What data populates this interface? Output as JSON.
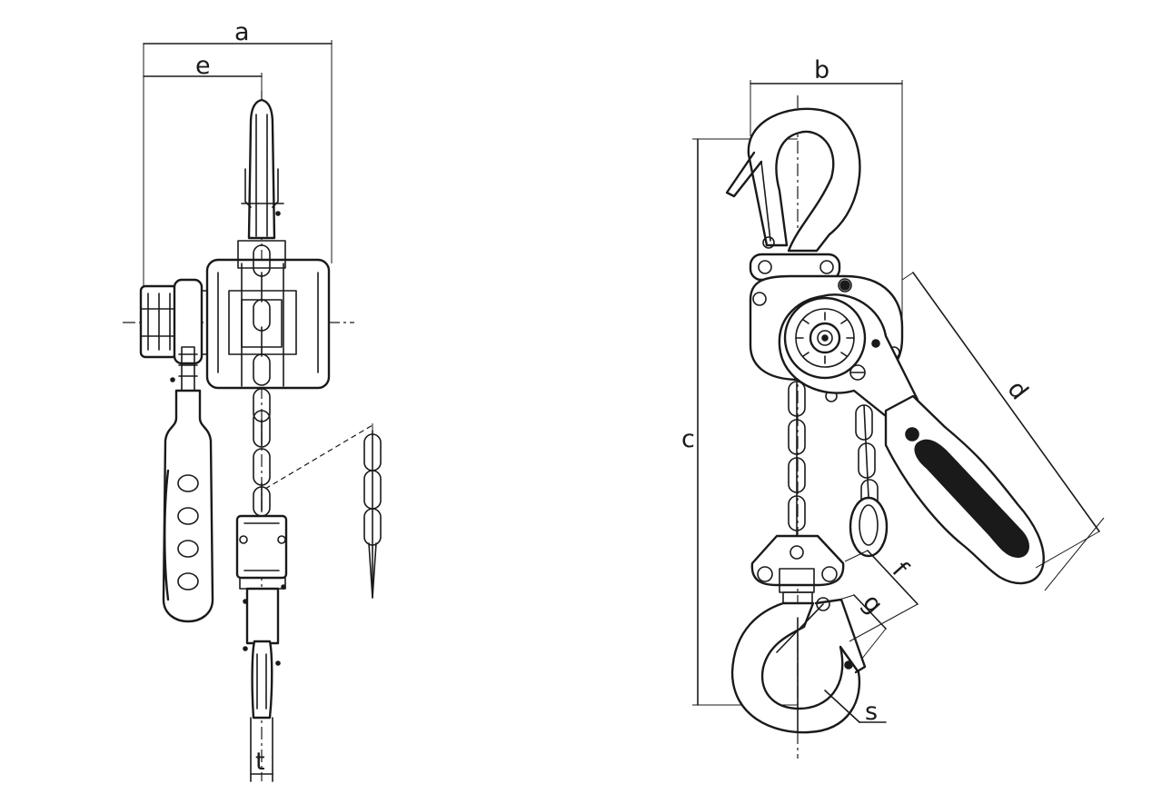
{
  "drawing": {
    "labels": {
      "a": "a",
      "e": "e",
      "t": "t",
      "b": "b",
      "c": "c",
      "d": "d",
      "f": "f",
      "g": "g",
      "s": "s"
    },
    "colors": {
      "line": "#1a1a1a",
      "background": "#ffffff"
    }
  }
}
